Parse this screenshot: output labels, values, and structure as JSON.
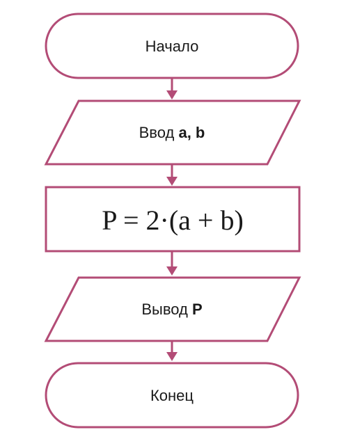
{
  "flowchart": {
    "start": {
      "label": "Начало"
    },
    "input": {
      "prefix": "Ввод ",
      "vars": "a, b"
    },
    "process": {
      "formula": "P = 2·(a + b)"
    },
    "output": {
      "prefix": "Вывод ",
      "vars": "P"
    },
    "end": {
      "label": "Конец"
    }
  },
  "colors": {
    "stroke": "#b34c76",
    "text": "#1a1a1a",
    "background": "#ffffff"
  }
}
